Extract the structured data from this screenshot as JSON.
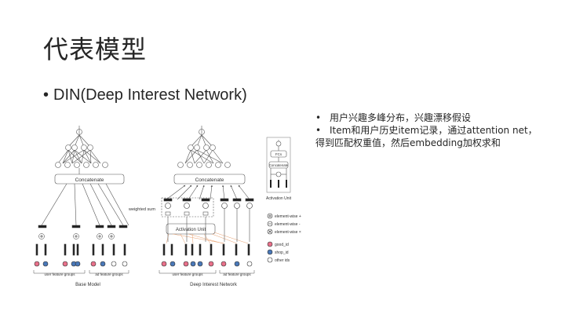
{
  "slide": {
    "title": "代表模型",
    "bullet": "DIN(Deep Interest Network)"
  },
  "notes": {
    "line1": "用户兴趣多峰分布，兴趣漂移假设",
    "line2": "Item和用户历史item记录，通过attention net，",
    "line3": "得到匹配权重值，然后embedding加权求和"
  },
  "diagram": {
    "concatenate": "Concatenate",
    "weighted_sum": "weighted sum",
    "activation_unit": "Activation Unit",
    "fcs": "FCs",
    "activation_unit_caption": "Activation Unit",
    "user_feature_groups": "user feature groups",
    "ad_feature_groups": "ad feature groups",
    "base_model_caption": "Base Model",
    "din_caption": "Deep Interest Network",
    "legend": {
      "add": "element-wise +",
      "sub": "element-wise -",
      "mul": "element-wise ×",
      "good_id": "good_id",
      "shop_id": "shop_id",
      "other_ids": "other ids"
    },
    "colors": {
      "good_id": "#e8708a",
      "shop_id": "#4a78b8",
      "other_ids": "#ffffff",
      "orange_lines": "#e8a070"
    }
  }
}
